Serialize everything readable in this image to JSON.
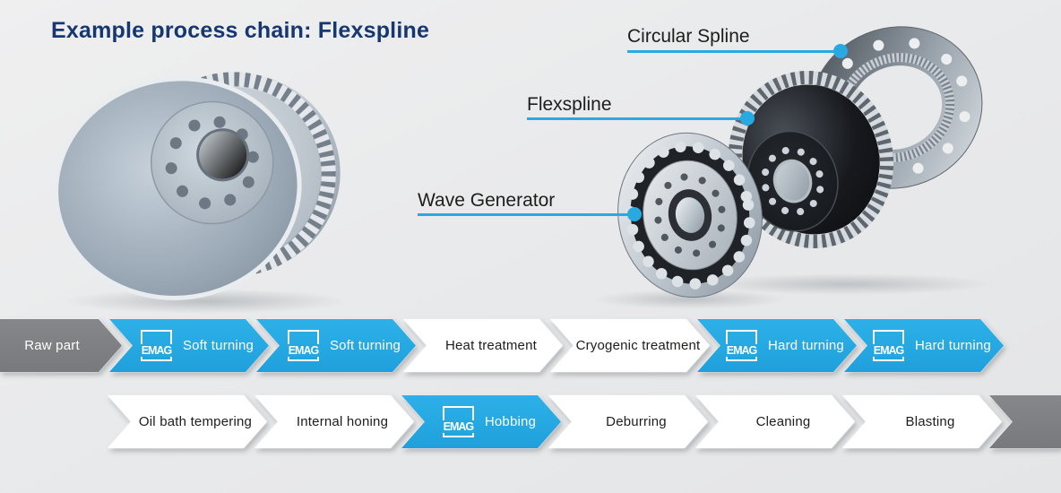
{
  "title": "Example process chain: Flexspline",
  "emag_logo_text": "EMAG",
  "colors": {
    "accent_blue": "#29a9e2",
    "title_navy": "#16376f",
    "arrow_gray": "#7d7f82",
    "text_dark": "#1d1d1b",
    "background": "#e9eaeb"
  },
  "callouts": [
    {
      "label": "Circular Spline"
    },
    {
      "label": "Flexspline"
    },
    {
      "label": "Wave Generator"
    }
  ],
  "process_rows": [
    {
      "steps": [
        {
          "label": "Raw part",
          "style": "gray",
          "emag": false
        },
        {
          "label": "Soft turning",
          "style": "blue",
          "emag": true
        },
        {
          "label": "Soft turning",
          "style": "blue",
          "emag": true
        },
        {
          "label": "Heat treatment",
          "style": "white",
          "emag": false
        },
        {
          "label": "Cryogenic treatment",
          "style": "white",
          "emag": false
        },
        {
          "label": "Hard turning",
          "style": "blue",
          "emag": true
        },
        {
          "label": "Hard turning",
          "style": "blue",
          "emag": true
        }
      ]
    },
    {
      "steps": [
        {
          "label": "Oil bath tempering",
          "style": "white",
          "emag": false
        },
        {
          "label": "Internal honing",
          "style": "white",
          "emag": false
        },
        {
          "label": "Hobbing",
          "style": "blue",
          "emag": true
        },
        {
          "label": "Deburring",
          "style": "white",
          "emag": false
        },
        {
          "label": "Cleaning",
          "style": "white",
          "emag": false
        },
        {
          "label": "Blasting",
          "style": "white",
          "emag": false
        },
        {
          "label": "",
          "style": "gray-end",
          "emag": false
        }
      ]
    }
  ]
}
